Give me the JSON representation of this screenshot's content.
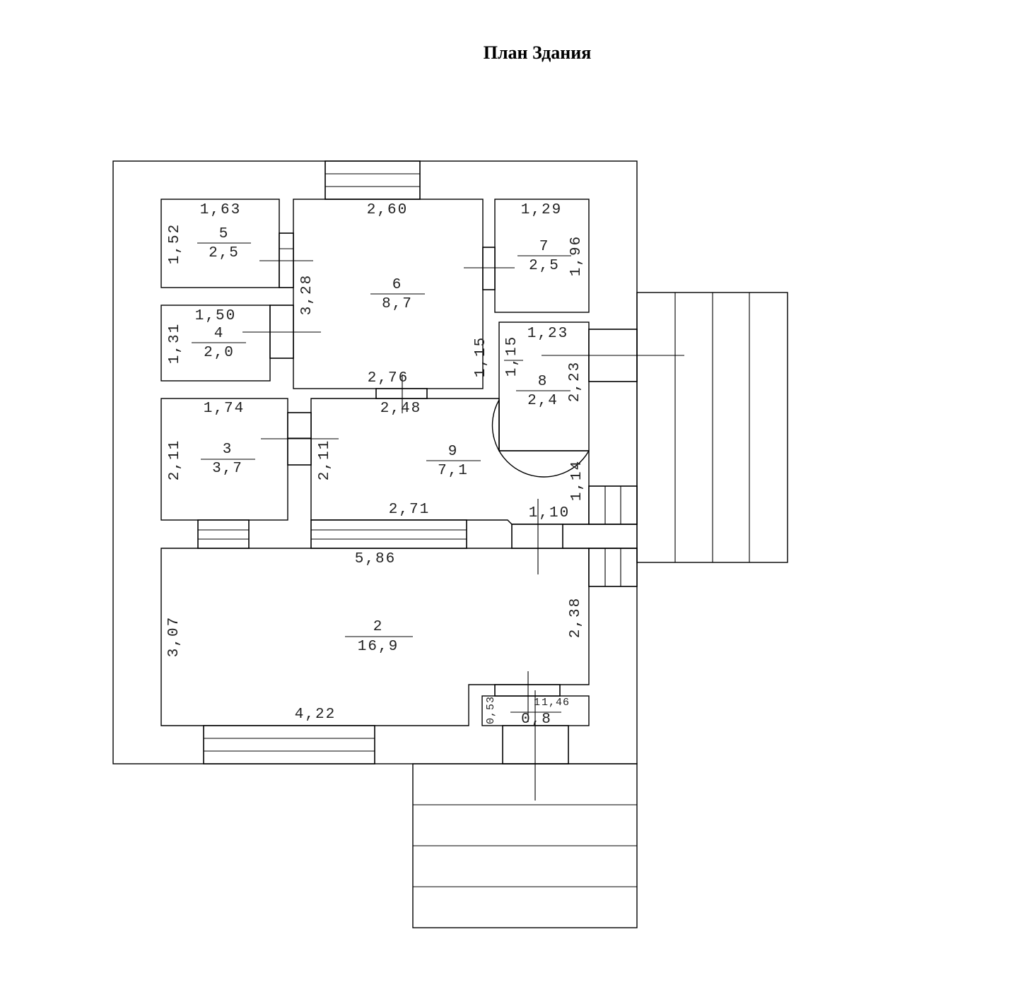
{
  "title": "План Здания",
  "rooms": [
    {
      "id": "5",
      "number": "5",
      "area": "2,5",
      "width": "1,63",
      "height": "1,52"
    },
    {
      "id": "6",
      "number": "6",
      "area": "8,7",
      "width_top": "2,60",
      "width_bottom": "2,76",
      "height": "3,28"
    },
    {
      "id": "7",
      "number": "7",
      "area": "2,5",
      "width": "1,29",
      "height": "1,96"
    },
    {
      "id": "4",
      "number": "4",
      "area": "2,0",
      "width": "1,50",
      "height": "1,31"
    },
    {
      "id": "8",
      "number": "8",
      "area": "2,4",
      "width": "1,23",
      "height": "2,23",
      "left": "1,15"
    },
    {
      "id": "3",
      "number": "3",
      "area": "3,7",
      "width": "1,74",
      "height": "2,11"
    },
    {
      "id": "9",
      "number": "9",
      "area": "7,1",
      "width_top": "2,48",
      "width_bottom": "2,71",
      "height": "2,11",
      "right": "1,14",
      "right_bottom": "1,10",
      "left_6": "1,15"
    },
    {
      "id": "2",
      "number": "2",
      "area": "16,9",
      "width_top": "5,86",
      "width_bottom": "4,22",
      "left": "3,07",
      "right": "2,38"
    },
    {
      "id": "1",
      "number": "1",
      "area": "0,8",
      "width": "1,46",
      "height": "0,53"
    }
  ]
}
